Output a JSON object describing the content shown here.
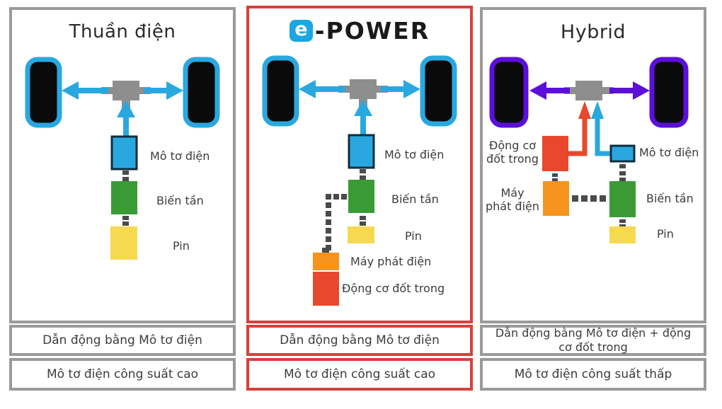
{
  "panels": [
    {
      "title": "Thuần điện",
      "component_labels": {
        "motor": "Mô tơ điện",
        "inverter": "Biến tần",
        "battery": "Pin"
      },
      "drive_row": "Dẫn động bằng Mô tơ điện",
      "power_row": "Mô tơ điện công suất cao"
    },
    {
      "logo_badge": "e",
      "logo_text": "-POWER",
      "component_labels": {
        "motor": "Mô tơ điện",
        "inverter": "Biến tần",
        "battery": "Pin",
        "generator": "Máy phát điện",
        "engine": "Động cơ đốt trong"
      },
      "drive_row": "Dẫn động bằng Mô tơ điện",
      "power_row": "Mô tơ điện công suất cao"
    },
    {
      "title": "Hybrid",
      "component_labels": {
        "engine": "Động cơ\nđốt trong",
        "motor": "Mô tơ điện",
        "generator": "Máy\nphát điện",
        "inverter": "Biến tần",
        "battery": "Pin"
      },
      "drive_row": "Dẫn động bằng Mô tơ điện + động\ncơ đốt trong",
      "power_row": "Mô tơ điện công suất thấp"
    }
  ],
  "colors": {
    "blue": "#29A8E0",
    "green": "#3A9B35",
    "yellow": "#F5D94F",
    "orange": "#F7941E",
    "red": "#E8482B",
    "purple": "#5C0FD8",
    "axle_gray": "#8E8E8E",
    "connector_gray": "#4A4A4A",
    "panel_border_gray": "#9A9A9A",
    "panel_border_red": "#D8403C",
    "logo_blue": "#1BA7E1",
    "text": "#3C3C3C"
  }
}
